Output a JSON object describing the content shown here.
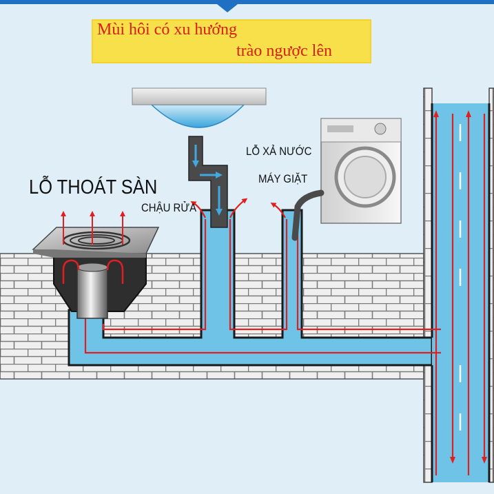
{
  "banner": {
    "line1": "Mùi hôi có xu hướng",
    "line2": "trào ngược lên"
  },
  "labels": {
    "floor_drain": "LỖ THOÁT SÀN",
    "sink": "CHẬU RỬA",
    "washer_drain_line1": "LỖ XẢ NƯỚC",
    "washer_drain_line2": "MÁY GIẶT"
  },
  "colors": {
    "background": "#dfeef7",
    "banner": "#f7e04a",
    "banner_text": "#d81e12",
    "brick_wall": "#eeeeee",
    "water": "#6fc3e6",
    "odor_arrow": "#e02020",
    "flow_arrow": "#43a8e0",
    "down_pipe": "#444444"
  },
  "icons": {
    "odor_arrow": "red-arrow-up",
    "flow_arrow": "blue-arrow",
    "washing_machine": "washing-machine-icon",
    "sink_basin": "sink-basin-icon",
    "floor_drain": "floor-drain-grate-icon"
  }
}
